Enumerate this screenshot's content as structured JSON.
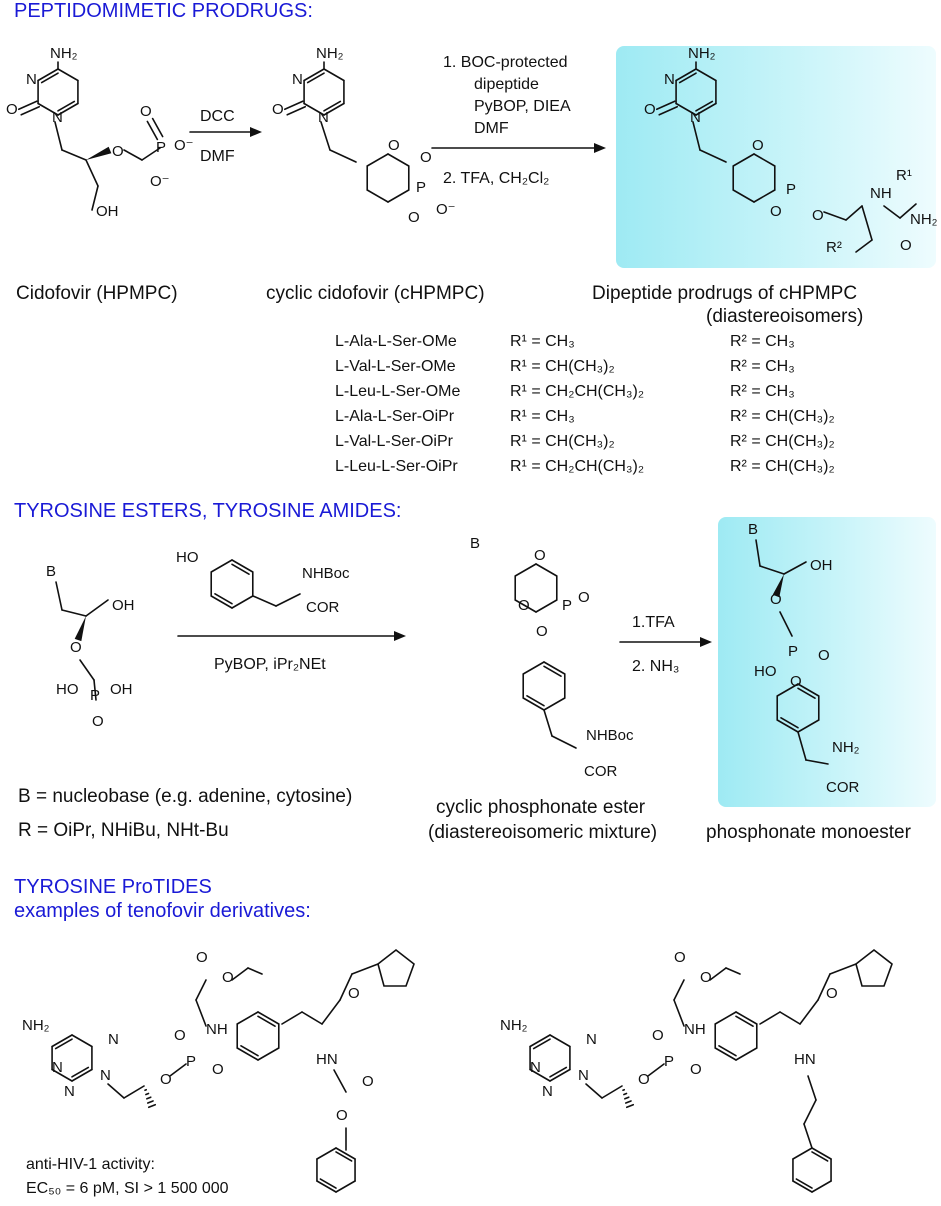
{
  "sections": {
    "peptidomimetic_title": "PEPTIDOMIMETIC  PRODRUGS:",
    "tyrosine_title": "TYROSINE  ESTERS, TYROSINE AMIDES:",
    "protides_title": "TYROSINE ProTIDES",
    "protides_subtitle": "examples of tenofovir derivatives:"
  },
  "scheme1": {
    "step1_reagent_top": "DCC",
    "step1_reagent_bottom": "DMF",
    "step2_line1": "1. BOC-protected",
    "step2_line2": "dipeptide",
    "step2_line3": "PyBOP, DIEA",
    "step2_line4": "DMF",
    "step2_line5": "2. TFA, CH₂Cl₂",
    "caption_cidofovir": "Cidofovir  (HPMPC)",
    "caption_cyclic": "cyclic cidofovir (cHPMPC)",
    "caption_prodrugs": "Dipeptide prodrugs of cHPMPC",
    "caption_prodrugs_note": "(diastereoisomers)"
  },
  "dipeptides": [
    {
      "name": "L-Ala-L-Ser-OMe",
      "r1": "R¹ = CH₃",
      "r2": "R² = CH₃"
    },
    {
      "name": "L-Val-L-Ser-OMe",
      "r1": "R¹ = CH(CH₃)₂",
      "r2": "R² = CH₃"
    },
    {
      "name": "L-Leu-L-Ser-OMe",
      "r1": "R¹ = CH₂CH(CH₃)₂",
      "r2": "R² = CH₃"
    },
    {
      "name": "L-Ala-L-Ser-OiPr",
      "r1": "R¹ = CH₃",
      "r2": "R² = CH(CH₃)₂"
    },
    {
      "name": "L-Val-L-Ser-OiPr",
      "r1": "R¹ = CH(CH₃)₂",
      "r2": "R² = CH(CH₃)₂"
    },
    {
      "name": "L-Leu-L-Ser-OiPr",
      "r1": "R¹ = CH₂CH(CH₃)₂",
      "r2": "R² = CH(CH₃)₂"
    }
  ],
  "scheme2": {
    "reagent_bottom": "PyBOP, iPr₂NEt",
    "step_a": "1.TFA",
    "step_b": "2. NH₃",
    "legend_b": "B = nucleobase (e.g. adenine, cytosine)",
    "legend_r": "R = OiPr, NHiBu, NHt-Bu",
    "caption_cyclic_line1": "cyclic phosphonate ester",
    "caption_cyclic_line2": "(diastereoisomeric mixture)",
    "caption_monoester": "phosphonate monoester"
  },
  "scheme3": {
    "activity_line1": "anti-HIV-1 activity:",
    "activity_line2": "EC₅₀ = 6 pM, SI > 1 500 000"
  },
  "atom_labels": {
    "nh2": "NH₂",
    "n": "N",
    "o": "O",
    "p": "P",
    "oh": "OH",
    "ho": "HO",
    "o_minus": "O⁻",
    "b": "B",
    "nhboc": "NHBoc",
    "cor": "COR",
    "nh": "NH",
    "hn": "HN",
    "r1": "R¹",
    "r2": "R²"
  }
}
